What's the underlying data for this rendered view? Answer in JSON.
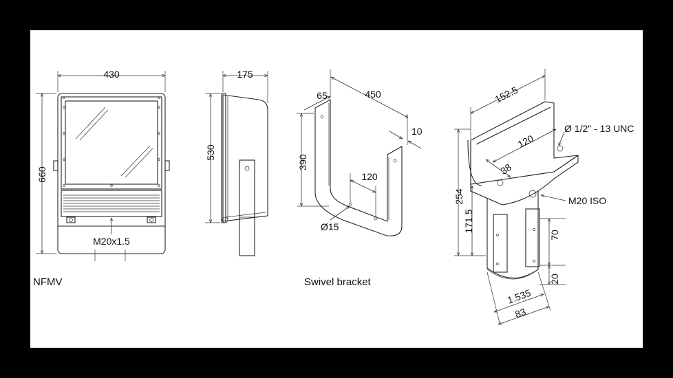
{
  "front_view": {
    "width": "430",
    "height": "660",
    "thread": "M20x1.5",
    "caption": "NFMV"
  },
  "side_view": {
    "depth": "175",
    "height": "530"
  },
  "bracket": {
    "width": "450",
    "flange": "65",
    "thickness": "10",
    "height": "390",
    "hole_spacing": "120",
    "hole_dia": "Ø15",
    "caption": "Swivel bracket"
  },
  "iso_view": {
    "top_width": "152.5",
    "hole_spacing": "120",
    "hole_offset": "38",
    "thread_callout": "Ø 1/2\" - 13 UNC",
    "conduit": "M20 ISO",
    "height_total": "254",
    "height_body": "171.5",
    "band": "70",
    "base": "20",
    "pipe_dia": "1.535",
    "width_bottom": "83"
  }
}
